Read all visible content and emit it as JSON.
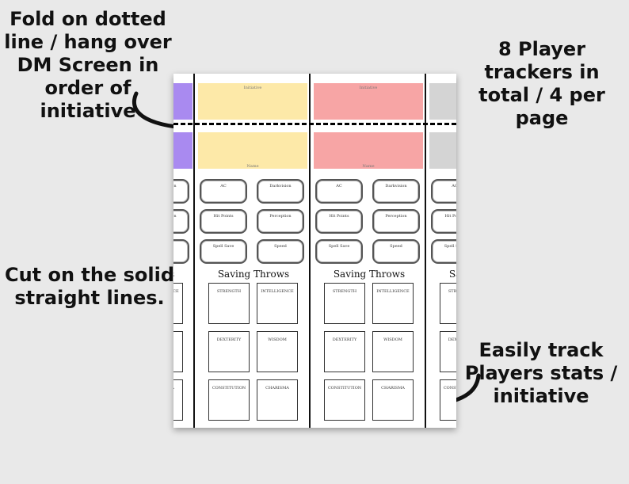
{
  "callouts": {
    "fold": "Fold on dotted line / hang over DM Screen in order of initiative",
    "trackers": "8 Player trackers in total / 4 per page",
    "cut": "Cut on the solid straight lines.",
    "track": "Easily track Players stats / initiative"
  },
  "sheet": {
    "band_top_label": "Initiative",
    "band_bottom_label": "Name",
    "stats": [
      "AC",
      "Darkvision",
      "Hit Points",
      "Perception",
      "Spell Save",
      "Speed"
    ],
    "saving_throws_title": "Saving Throws",
    "abilities": [
      "STRENGTH",
      "INTELLIGENCE",
      "DEXTERITY",
      "WISDOM",
      "CONSTITUTION",
      "CHARISMA"
    ]
  },
  "colors": {
    "purple": "#a98af0",
    "yellow": "#fde9a8",
    "red": "#f7a5a5",
    "grey": "#d4d4d4"
  }
}
